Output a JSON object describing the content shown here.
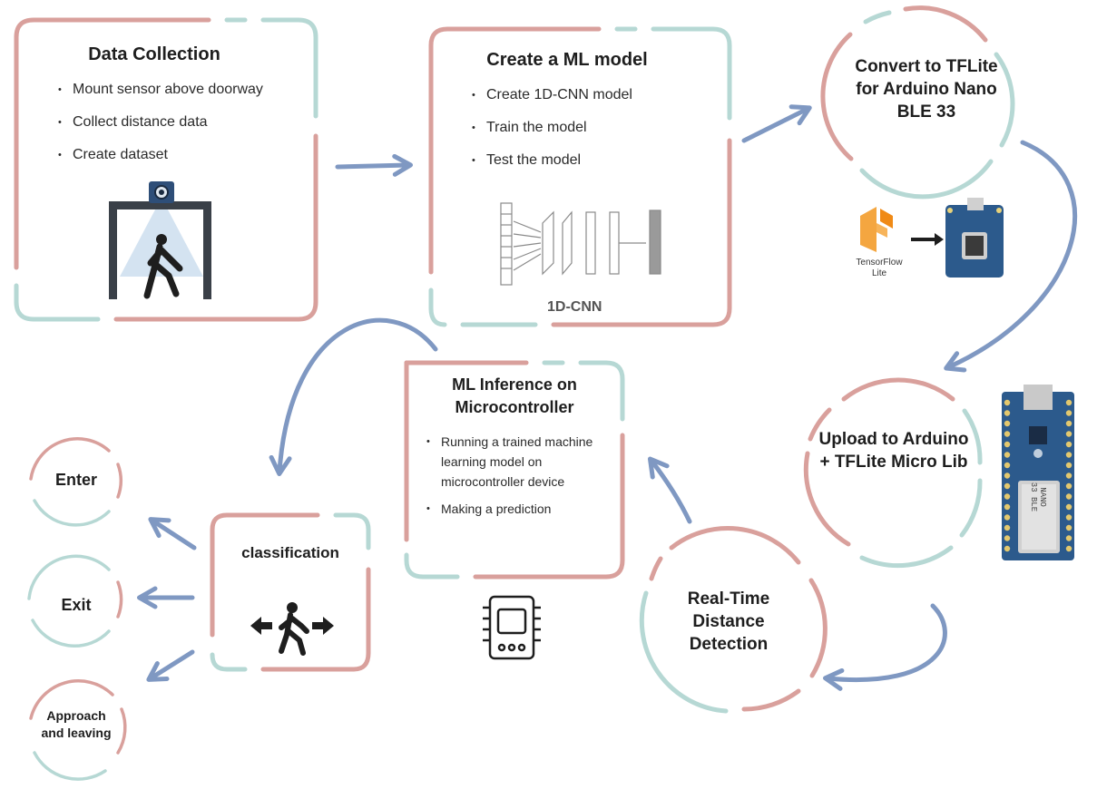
{
  "colors": {
    "pink": "#d9a09c",
    "teal": "#b6d8d4",
    "arrow": "#7f98c2",
    "dark": "#222222",
    "board": "#2c5a8c",
    "tf": "#f39a1e"
  },
  "data_collection": {
    "title": "Data Collection",
    "items": [
      "Mount sensor above doorway",
      "Collect distance data",
      "Create dataset"
    ],
    "icon": "doorway-sensor-icon"
  },
  "create_model": {
    "title": "Create a ML model",
    "items": [
      "Create 1D-CNN model",
      "Train the model",
      "Test the model"
    ],
    "caption": "1D-CNN"
  },
  "convert": {
    "title": "Convert to TFLite for Arduino Nano BLE 33",
    "tf_label": "TensorFlow Lite"
  },
  "upload": {
    "title": "Upload to Arduino + TFLite Micro Lib",
    "board_text": "NANO 33 BLE"
  },
  "inference": {
    "title": "ML Inference on Microcontroller",
    "items": [
      "Running a trained machine learning model on microcontroller device",
      "Making a prediction"
    ]
  },
  "realtime": {
    "title": "Real-Time Distance Detection"
  },
  "classification": {
    "title": "classification"
  },
  "outputs": {
    "enter": "Enter",
    "exit": "Exit",
    "approach": "Approach and leaving"
  }
}
